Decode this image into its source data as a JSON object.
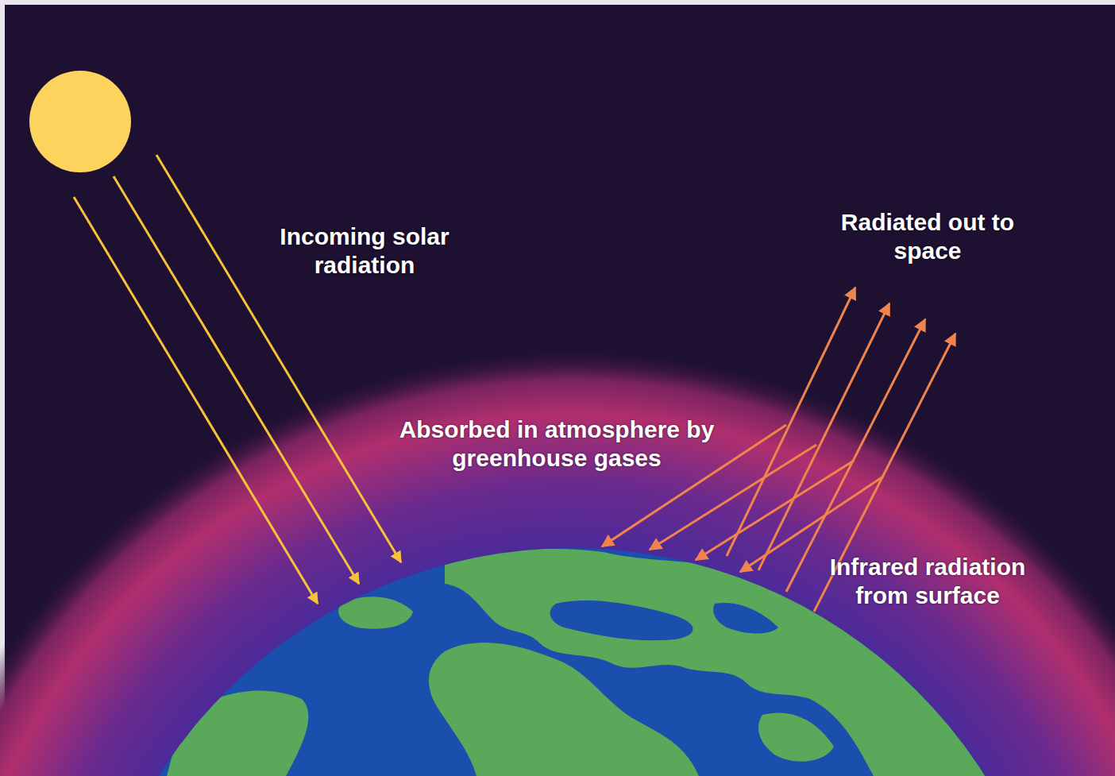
{
  "diagram": {
    "labels": [
      "Incoming solar radiation",
      "Radiated out to space",
      "Absorbed in atmosphere by greenhouse gases",
      "Infrared radiation from surface"
    ]
  }
}
